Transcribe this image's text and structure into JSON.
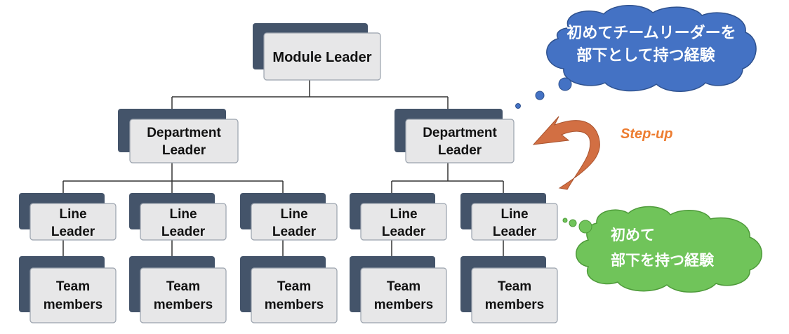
{
  "nodes": {
    "module_leader": "Module Leader",
    "department_leader": [
      "Department",
      "Leader"
    ],
    "line_leader": [
      "Line",
      "Leader"
    ],
    "team_members": [
      "Team",
      "members"
    ]
  },
  "annotations": {
    "stepup_label": "Step-up",
    "blue_cloud": [
      "初めてチームリーダーを",
      "部下として持つ経験"
    ],
    "green_cloud": [
      "初めて",
      "部下を持つ経験"
    ]
  },
  "colors": {
    "back_box": "#44546a",
    "front_box": "#e7e7e8",
    "front_border": "#9aa2ad",
    "connector": "#333333",
    "blue_cloud": "#4472c4",
    "green_cloud": "#70c45a",
    "arrow": "#d26f43",
    "stepup_text": "#ed7d31"
  }
}
